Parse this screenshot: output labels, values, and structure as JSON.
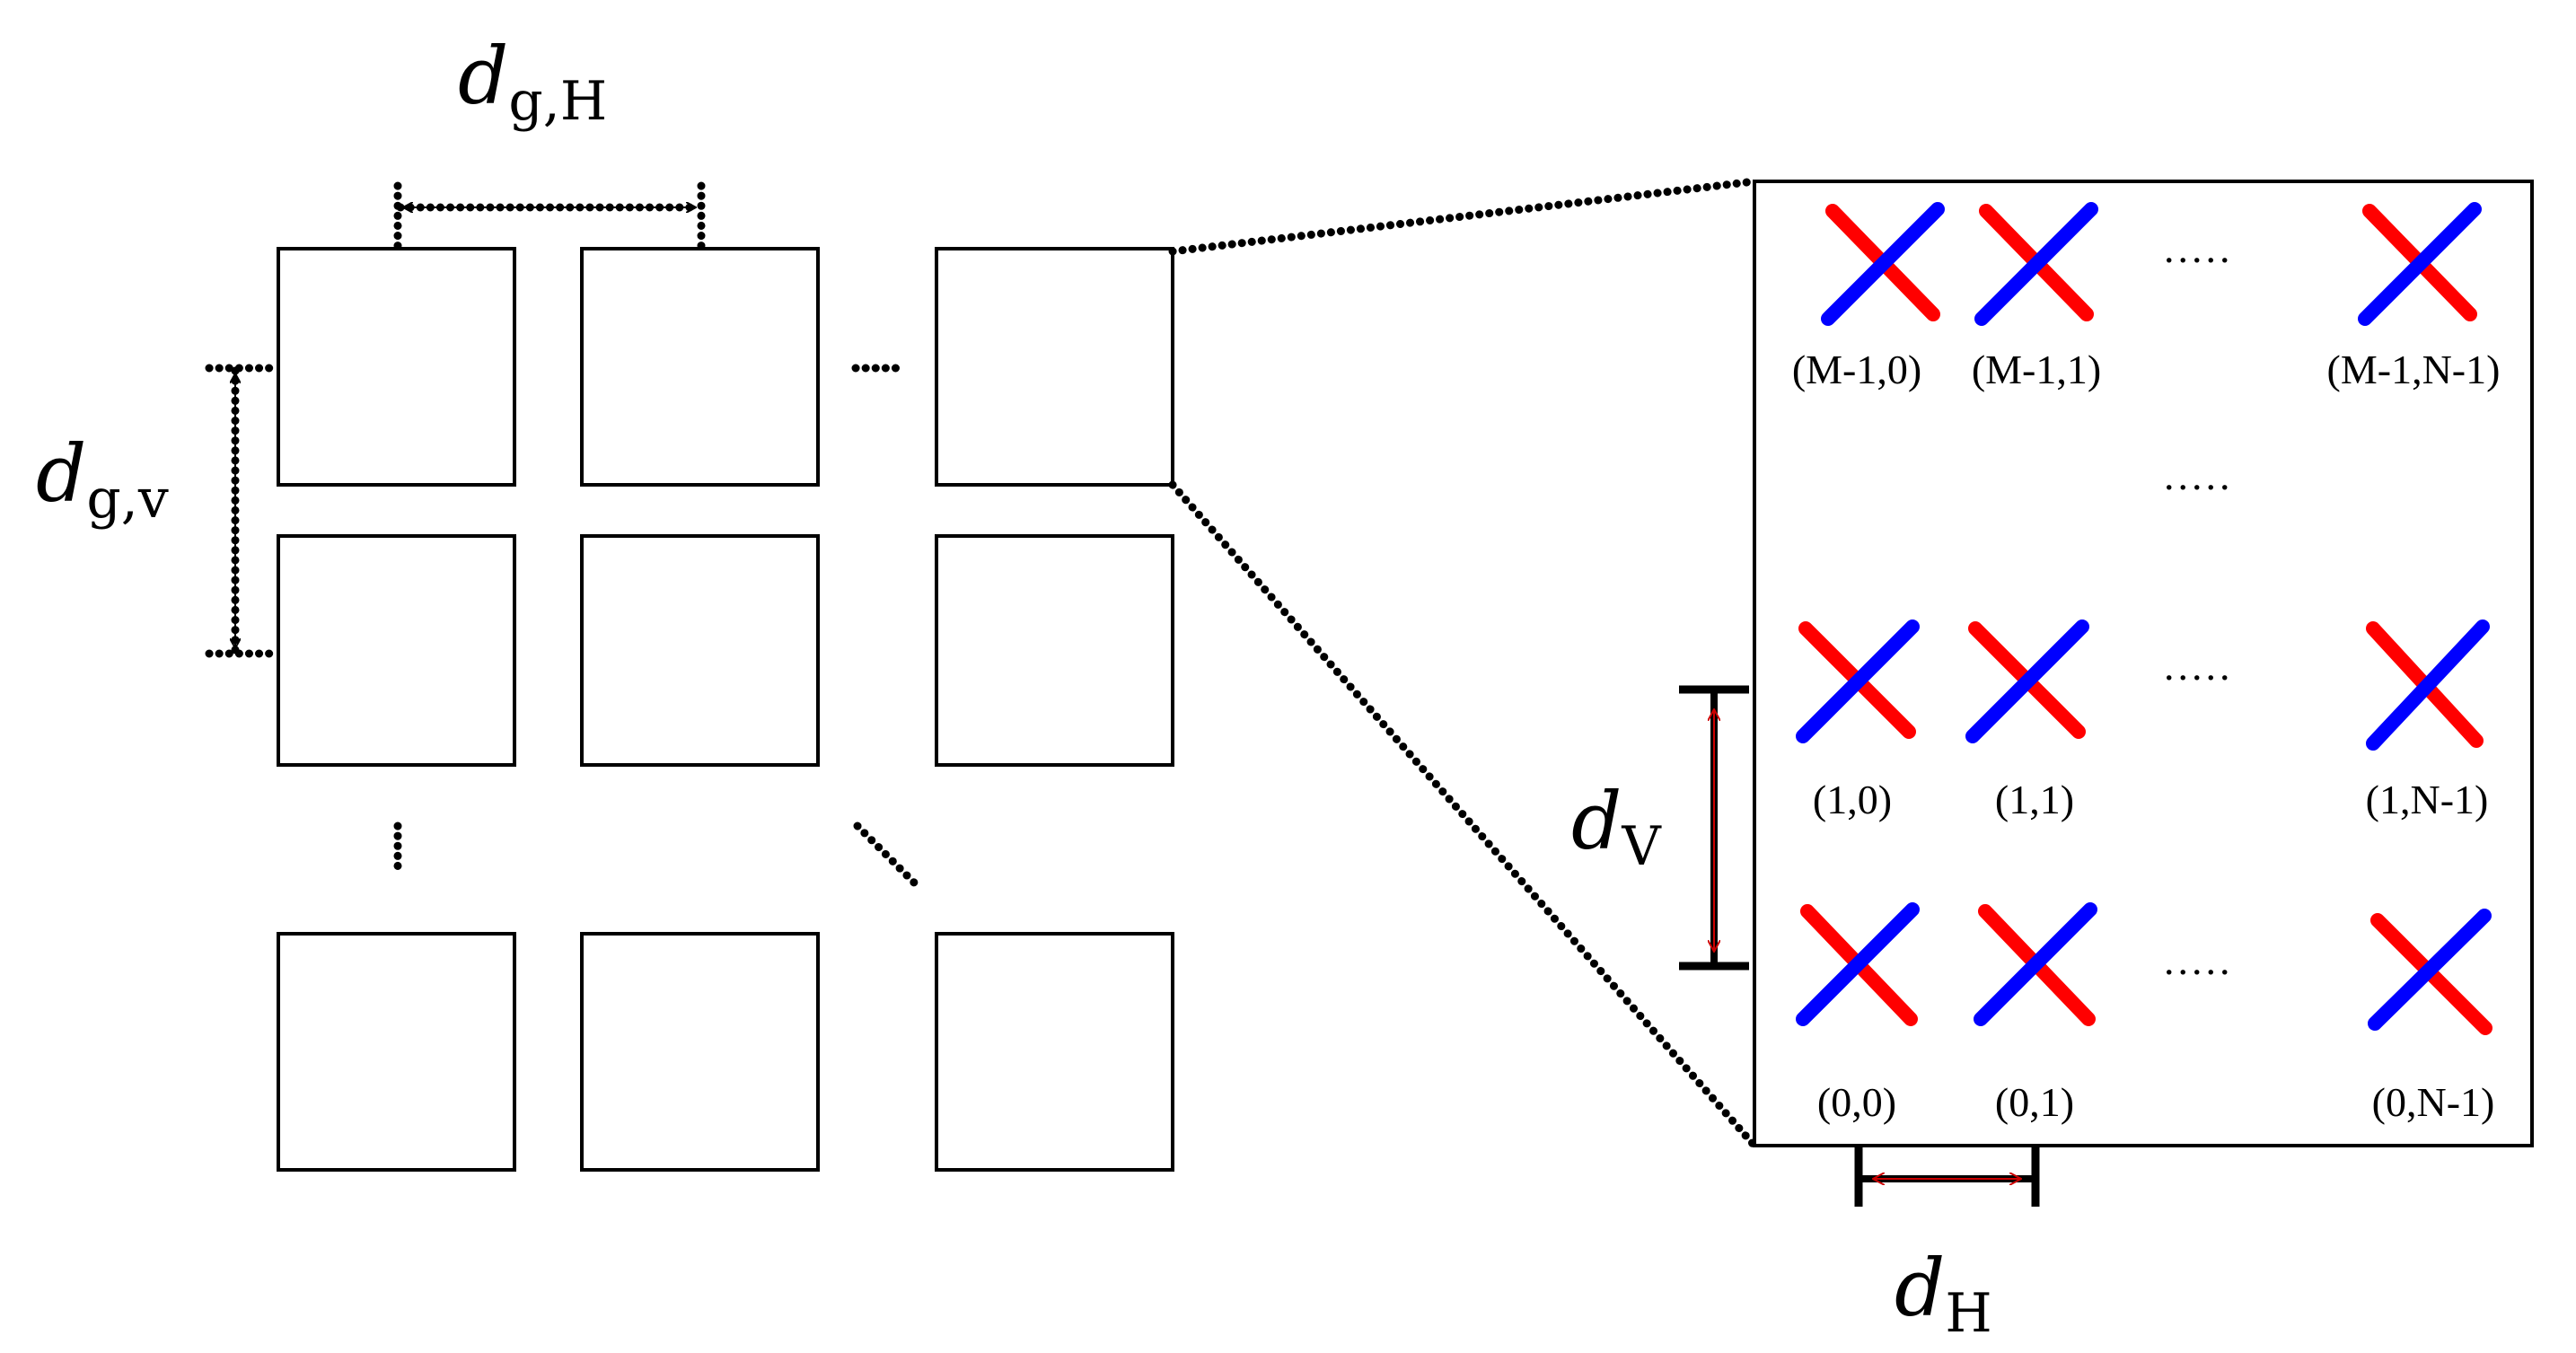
{
  "colors": {
    "cross_red": "#ff0000",
    "cross_blue": "#0000ff",
    "outline": "#000000",
    "arrow_red": "#cc0000"
  },
  "labels": {
    "dgH": {
      "main": "d",
      "sub": "g,H"
    },
    "dgV": {
      "main": "d",
      "sub": "g,v"
    },
    "dV": {
      "main": "d",
      "sub": "V"
    },
    "dH": {
      "main": "d",
      "sub": "H"
    }
  },
  "element_rows": [
    {
      "labels": [
        "(M-1,0)",
        "(M-1,1)",
        "(M-1,N-1)"
      ]
    },
    {
      "labels": [
        "(1,0)",
        "(1,1)",
        "(1,N-1)"
      ]
    },
    {
      "labels": [
        "(0,0)",
        "(0,1)",
        "(0,N-1)"
      ]
    }
  ],
  "ellipsis": "....."
}
